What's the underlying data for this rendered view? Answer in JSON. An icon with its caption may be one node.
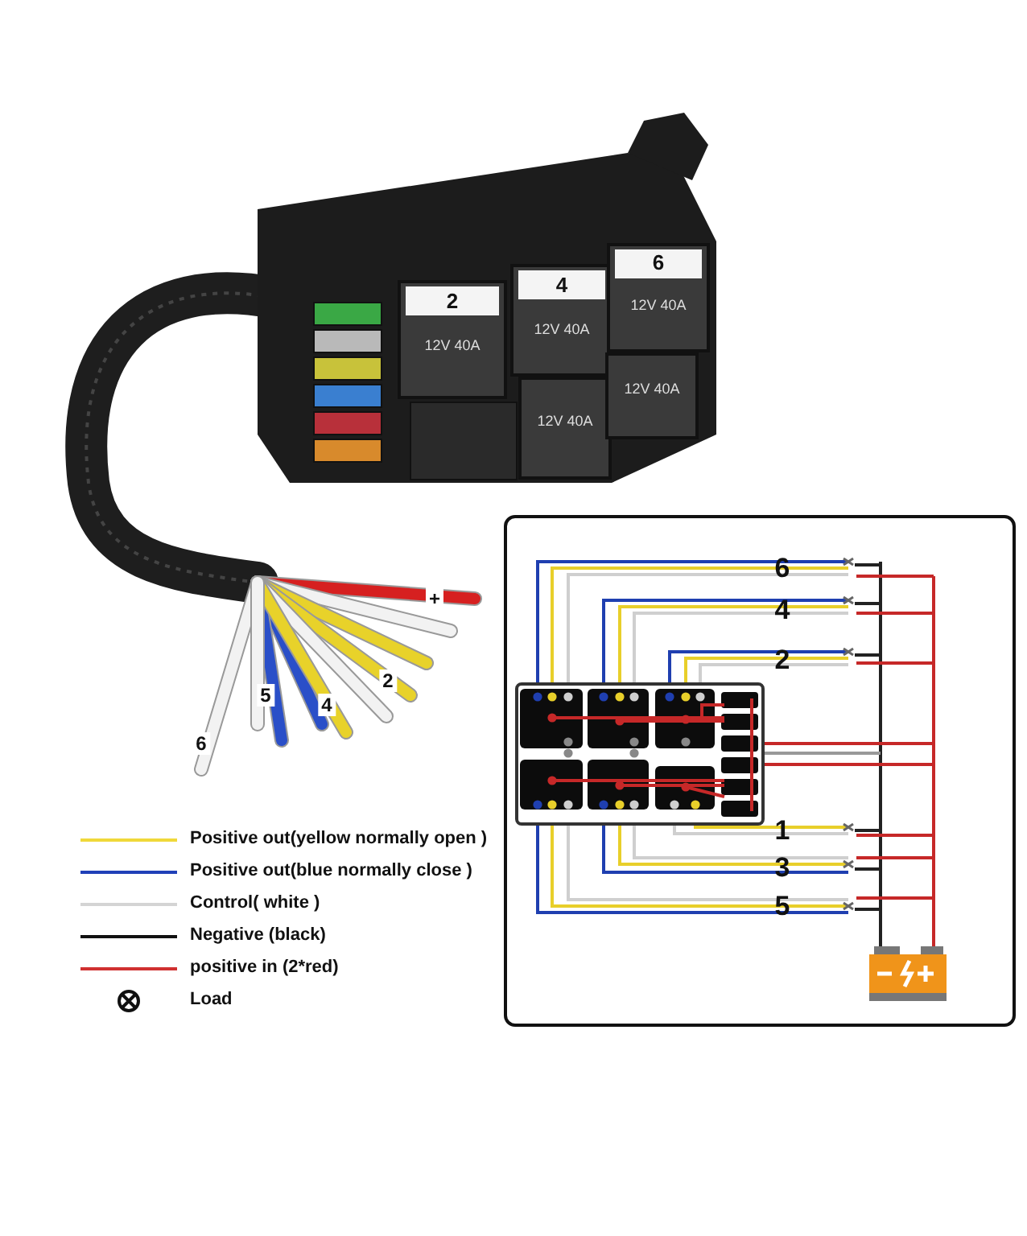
{
  "diagram": {
    "labels": [
      "2",
      "4",
      "6",
      "12V 40A",
      "12V 40A",
      "12V 40A",
      "12V 40A",
      "12V 40A",
      "+",
      "6",
      "5",
      "4",
      "2",
      "6",
      "4",
      "2",
      "1",
      "3",
      "5"
    ],
    "legend": [
      {
        "text": "Positive out(yellow normally open )"
      },
      {
        "text": "Positive out(blue normally close )"
      },
      {
        "text": "Control( white  )"
      },
      {
        "text": "Negative (black)"
      },
      {
        "text": "positive in (2*red)"
      },
      {
        "text": "Load"
      }
    ]
  }
}
